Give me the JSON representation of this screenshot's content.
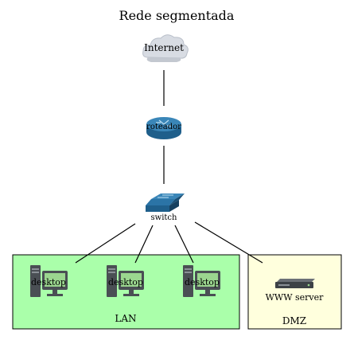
{
  "title": "Rede segmentada",
  "nodes": {
    "internet": {
      "label": "Internet",
      "icon": "cloud-icon"
    },
    "router": {
      "label": "roteador",
      "icon": "router-icon"
    },
    "switch": {
      "label": "switch",
      "icon": "switch-icon"
    },
    "desktops": [
      {
        "label": "desktop",
        "icon": "desktop-icon"
      },
      {
        "label": "desktop",
        "icon": "desktop-icon"
      },
      {
        "label": "desktop",
        "icon": "desktop-icon"
      }
    ],
    "server": {
      "label": "WWW server",
      "icon": "server-icon"
    }
  },
  "zones": {
    "lan": {
      "label": "LAN",
      "color": "#aaffaa"
    },
    "dmz": {
      "label": "DMZ",
      "color": "#ffffdd"
    }
  },
  "colors": {
    "device_blue": "#1f5f8b",
    "device_blue_light": "#3a86b8",
    "desktop_gray": "#4a4f54",
    "screen_green": "#9bd68f",
    "cloud": "#d8dce3"
  }
}
